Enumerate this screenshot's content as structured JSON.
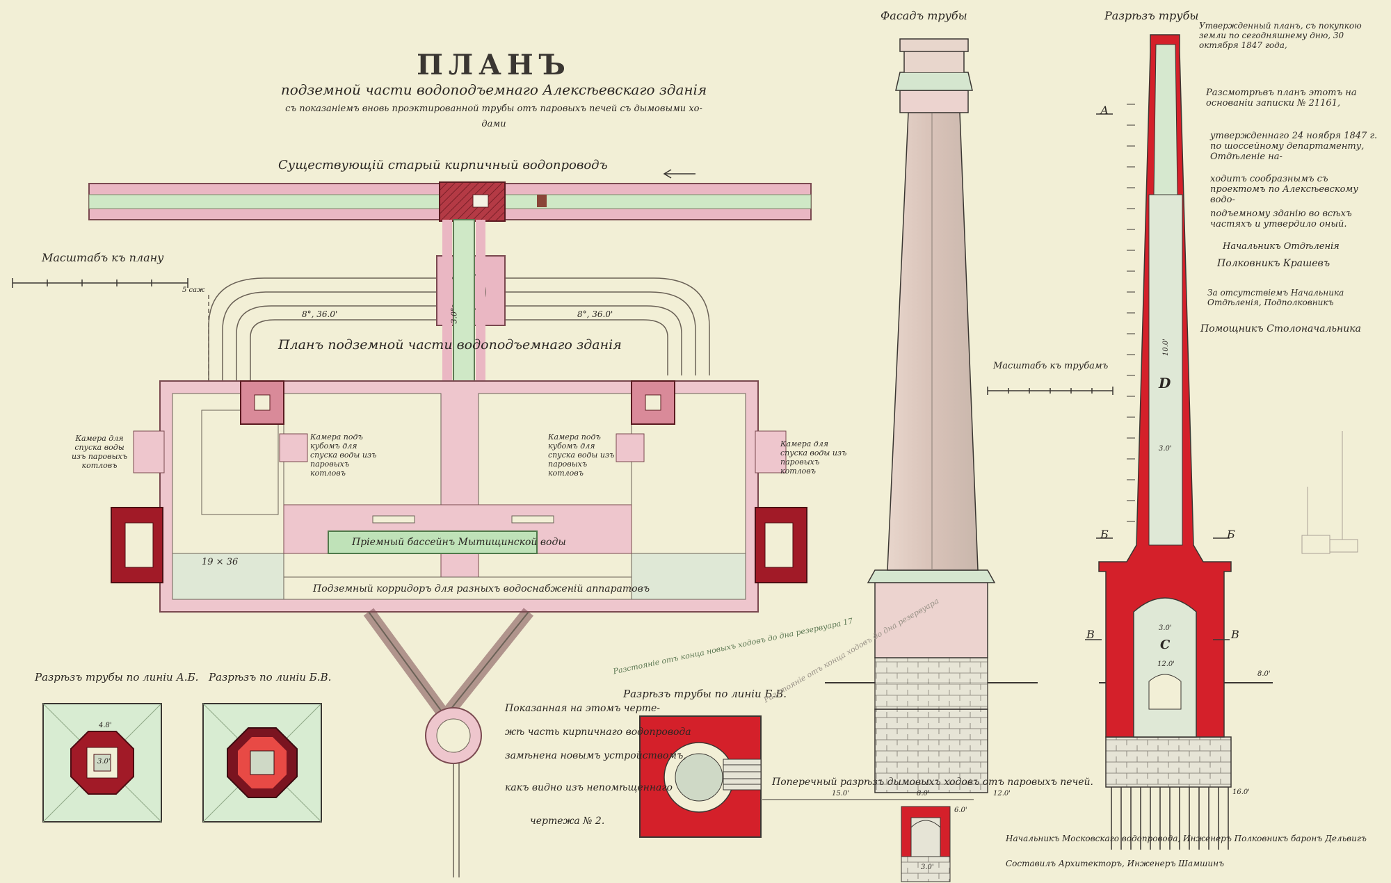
{
  "plan": {
    "title": "ПЛАНЪ",
    "subtitle": "подземной части водоподъемнаго Алексѣевскаго зданія",
    "description_line1": "съ показаніемъ вновь проэктированной трубы отъ паровыхъ печей съ дымовыми хо-",
    "description_line2": "дами"
  },
  "labels": {
    "old_pipeline": "Существующій старый кирпичный водопроводъ",
    "plan_scale": "Масштабъ къ плану",
    "plan_scale_unit": "5 саж",
    "underground_plan": "Планъ подземной части водоподъемнаго зданія",
    "chamber_left_outer": "Камера для спуска воды изъ паровыхъ котловъ",
    "chamber_left_inner": "Камера подъ кубомъ для спуска воды изъ паровыхъ котловъ",
    "chamber_right_inner": "Камера подъ кубомъ для спуска воды изъ паровыхъ котловъ",
    "chamber_right_outer": "Камера для спуска воды изъ паровыхъ котловъ",
    "receiving_basin": "Пріемный бассейнъ Мытищинской воды",
    "corridor": "Подземный корридоръ для разныхъ водоснабженій аппаратовъ",
    "room_dim": "19 × 36",
    "dim_top_left": "8°, 36.0'",
    "dim_top_right": "8°, 36.0'",
    "dim_vertical": "3.0°",
    "section_ab": "Разрѣзъ трубы по линіи А.Б.",
    "section_bv": "Разрѣзъ по линіи Б.В.",
    "section_bv_big": "Разрѣзъ трубы по линіи Б.В.",
    "section_ab_dim": "4.8'",
    "section_ab_inner": "3.0'",
    "pencil_note_1": "Разстояніе отъ конца новыхъ ходовъ до дна резервуара 17",
    "pencil_note_2": "Разстояніе отъ конца ходовъ до дна резервуара",
    "pipeline_note_1": "Показанная на этомъ черте-",
    "pipeline_note_2": "жѣ часть кирпичнаго водопровода",
    "pipeline_note_3": "замѣнена новымъ устройствомъ,",
    "pipeline_note_4": "какъ видно изъ непомѣщеннаго",
    "pipeline_note_5": "чертежа № 2.",
    "cross_section": "Поперечный разрѣзъ дымовыхъ ходовъ отъ паровыхъ печей.",
    "cross_dim_left": "15.0'",
    "cross_dim_mid": "8.0'",
    "cross_dim_right": "12.0'",
    "cross_dim_height": "6.0'",
    "cross_dim_base": "3.0'",
    "facade": "Фасадъ трубы",
    "chimney_section": "Разрѣзъ трубы",
    "chimney_scale": "Масштабъ къ трубамъ",
    "marker_a": "А",
    "marker_b": "Б",
    "marker_b2": "Б",
    "marker_v": "В",
    "marker_v2": "В",
    "marker_d": "D",
    "marker_c": "C",
    "dim_10": "10.0'",
    "dim_30a": "3.0'",
    "dim_30b": "3.0'",
    "dim_120": "12.0'",
    "dim_80": "8.0'",
    "dim_160": "16.0'"
  },
  "annotations": {
    "right_note_1": "Утвержденный планъ, съ покупкою земли по сегодняшнему дню, 30 октября 1847 года,",
    "right_note_2": "Разсмотрѣвъ планъ этотъ на основаніи записки № 21161,",
    "right_note_3": "утвержденнаго 24 ноября 1847 г. по шоссейному департаменту, Отдѣленіе на-",
    "right_note_4": "ходитъ сообразнымъ съ проектомъ по Алексѣевскому водо-",
    "right_note_5": "подъемному зданію во всѣхъ частяхъ и утвердило оный.",
    "right_note_6": "Начальникъ Отдѣленія",
    "right_note_7": "Полковникъ Крашевъ",
    "right_note_8": "За отсутствіемъ Начальника Отдѣленія, Подполковникъ",
    "right_note_9": "Помощникъ Столоначальника",
    "bottom_sign_1": "Начальникъ Московскаго водопровода, Инженеръ Полковникъ баронъ Дельвигъ",
    "bottom_sign_2": "Составилъ Архитекторъ, Инженеръ Шамшинъ"
  }
}
